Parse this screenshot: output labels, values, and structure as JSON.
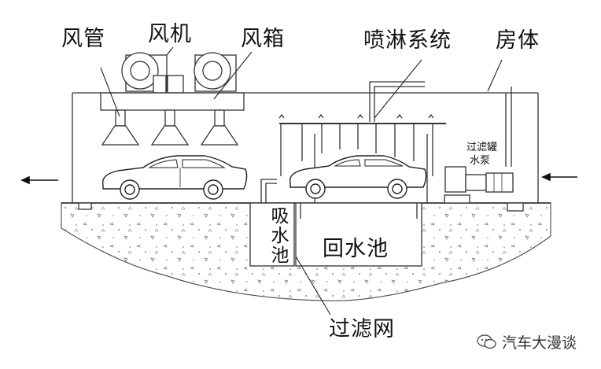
{
  "labels": {
    "duct": "风管",
    "fan": "风机",
    "air_box": "风箱",
    "spray_system": "喷淋系统",
    "room_body": "房体",
    "filter_tank": "过滤罐",
    "water_pump": "水泵",
    "suction_pool": "吸水池",
    "return_pool": "回水池",
    "filter_screen": "过滤网"
  },
  "watermark": {
    "text": "汽车大漫谈",
    "icon": "wechat-bubble-icon"
  }
}
